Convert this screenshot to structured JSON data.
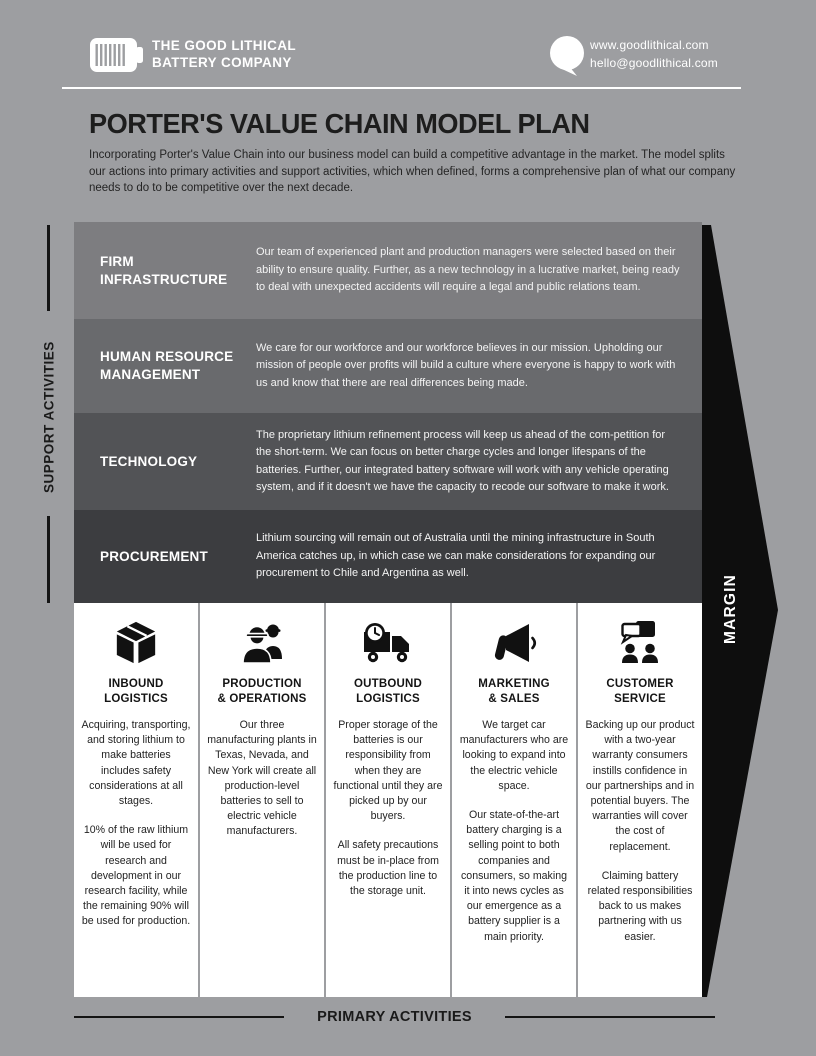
{
  "header": {
    "logo_icon": "battery-icon",
    "company_line1": "THE GOOD LITHICAL",
    "company_line2": "BATTERY COMPANY",
    "contact_icon": "speech-bubble-icon",
    "website": "www.goodlithical.com",
    "email": "hello@goodlithical.com"
  },
  "title": "PORTER'S VALUE CHAIN MODEL PLAN",
  "intro": "Incorporating Porter's Value Chain into our business model can build a competitive advantage in the market. The model splits our actions into primary activities and support activities, which when defined, forms a comprehensive plan of what our company needs to do to be competitive over the next decade.",
  "support": {
    "axis_label": "SUPPORT ACTIVITIES",
    "rows": [
      {
        "label": "FIRM INFRASTRUCTURE",
        "color": "#7d7d80",
        "text": "Our team of experienced plant and production managers were selected based on their ability to ensure quality. Further, as a new technology in a lucrative market, being ready to deal with unexpected accidents will require a legal and public relations team."
      },
      {
        "label": "HUMAN RESOURCE MANAGEMENT",
        "color": "#696a6d",
        "text": "We care for our workforce and our workforce believes in our mission. Upholding our mission of people over profits will build a culture where everyone is happy to work with us and know that there are real differences being made."
      },
      {
        "label": "TECHNOLOGY",
        "color": "#525356",
        "text": "The proprietary lithium refinement process will keep us ahead of the com-petition for the short-term. We can focus on better charge cycles and longer lifespans of the batteries. Further, our integrated battery software will work with any vehicle operating system, and if it doesn't we have the capacity to recode our software to make it work."
      },
      {
        "label": "PROCUREMENT",
        "color": "#3c3d40",
        "text": "Lithium sourcing will remain out of Australia until the mining infrastructure in South America catches up, in which case we can make considerations for expanding our procurement to Chile and Argentina as well."
      }
    ]
  },
  "margin_label": "MARGIN",
  "primary": {
    "axis_label": "PRIMARY ACTIVITIES",
    "columns": [
      {
        "icon": "package-icon",
        "title_line1": "INBOUND",
        "title_line2": "LOGISTICS",
        "paragraphs": [
          "Acquiring, transporting, and storing lithium to make batteries includes safety considerations at all stages.",
          "10% of the raw lithium will be used for research and development in our research facility, while the remaining 90% will be used for production."
        ]
      },
      {
        "icon": "workers-icon",
        "title_line1": "PRODUCTION",
        "title_line2": "& OPERATIONS",
        "paragraphs": [
          "Our three manufacturing plants in Texas, Nevada, and New York will create all production-level batteries to sell to electric vehicle manufacturers."
        ]
      },
      {
        "icon": "delivery-truck-icon",
        "title_line1": "OUTBOUND",
        "title_line2": "LOGISTICS",
        "paragraphs": [
          "Proper storage of the batteries is our responsibility from when they are functional until they are picked up by our buyers.",
          "All safety precautions must be in-place from the production line to the storage unit."
        ]
      },
      {
        "icon": "megaphone-icon",
        "title_line1": "MARKETING",
        "title_line2": "& SALES",
        "paragraphs": [
          "We target car manufacturers who are looking to expand into the electric vehicle space.",
          "Our state-of-the-art battery charging is a selling point to both companies and consumers, so making it into news cycles as our emergence as a battery supplier is a main priority."
        ]
      },
      {
        "icon": "customer-support-icon",
        "title_line1": "CUSTOMER",
        "title_line2": "SERVICE",
        "paragraphs": [
          "Backing up our product with a two-year warranty consumers instills confidence in our partnerships and in potential buyers. The warranties will cover the cost of replacement.",
          "Claiming battery related responsibilities back to us makes partnering with us easier."
        ]
      }
    ]
  },
  "colors": {
    "page_background": "#9d9ea1",
    "arrow_black": "#0e0e0e",
    "card_white": "#ffffff",
    "text_dark": "#1d1d1d"
  }
}
